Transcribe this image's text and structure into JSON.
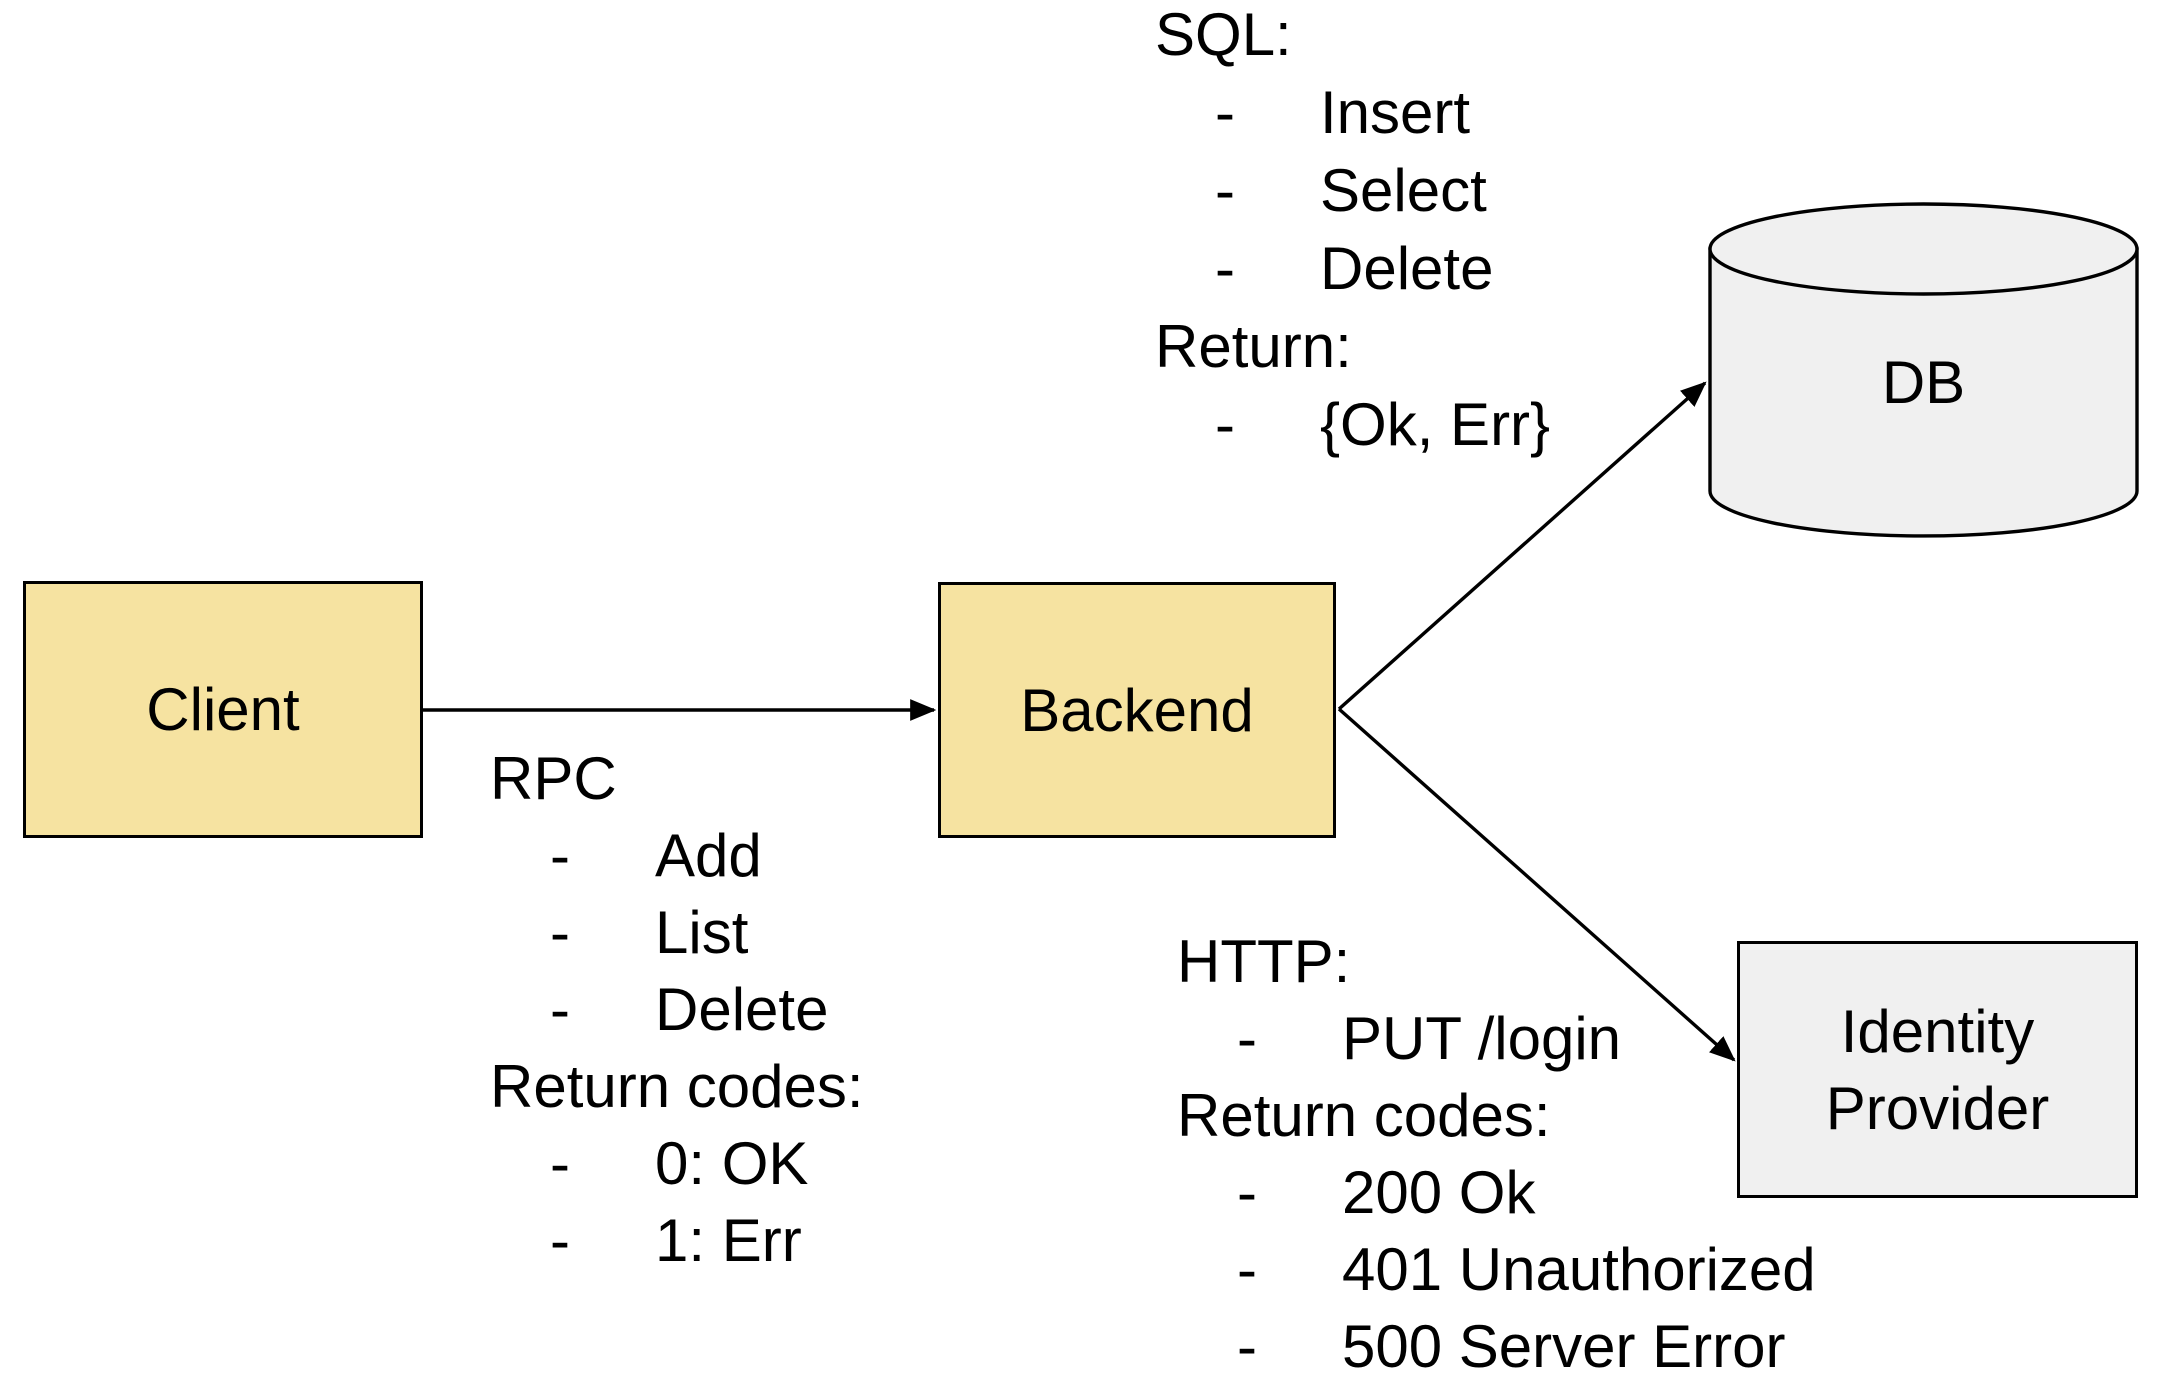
{
  "diagram": {
    "bullet": "-",
    "colors": {
      "node_yellow": "#F6E3A1",
      "node_gray": "#F0F0F0",
      "stroke": "#000000"
    },
    "nodes": {
      "client": {
        "label": "Client"
      },
      "backend": {
        "label": "Backend"
      },
      "db": {
        "label": "DB"
      },
      "identity_provider": {
        "label_line1": "Identity",
        "label_line2": "Provider"
      }
    },
    "annotations": {
      "rpc": {
        "title": "RPC",
        "items": [
          "Add",
          "List",
          "Delete"
        ],
        "subtitle": "Return codes:",
        "sub_items": [
          "0: OK",
          "1: Err"
        ]
      },
      "sql": {
        "title": "SQL:",
        "items": [
          "Insert",
          "Select",
          "Delete"
        ],
        "subtitle": "Return:",
        "sub_items": [
          "{Ok, Err}"
        ]
      },
      "http": {
        "title": "HTTP:",
        "items": [
          "PUT /login"
        ],
        "subtitle": "Return codes:",
        "sub_items": [
          "200 Ok",
          "401 Unauthorized",
          "500 Server Error"
        ]
      }
    }
  }
}
